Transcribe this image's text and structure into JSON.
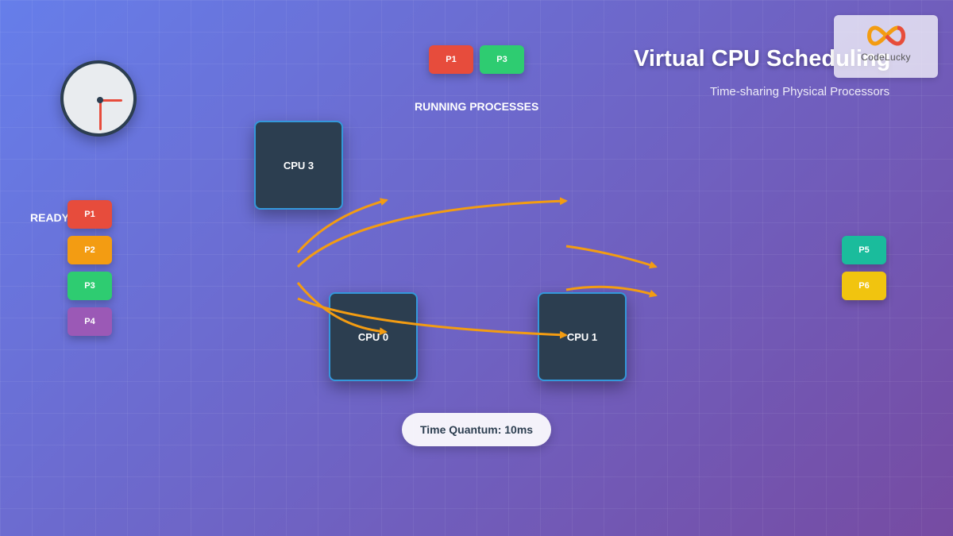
{
  "header": {
    "title": "Virtual CPU Scheduling",
    "subtitle": "Time-sharing Physical Processors",
    "logo_text": "CodeLucky"
  },
  "ready_queue": {
    "label": "READY",
    "processes": [
      {
        "name": "P1",
        "color": "#e74c3c"
      },
      {
        "name": "P2",
        "color": "#f39c12"
      },
      {
        "name": "P3",
        "color": "#2ecc71"
      },
      {
        "name": "P4",
        "color": "#9b59b6"
      }
    ]
  },
  "running": {
    "label": "RUNNING PROCESSES",
    "processes": [
      {
        "name": "P1",
        "color": "#e74c3c"
      },
      {
        "name": "P3",
        "color": "#2ecc71"
      }
    ]
  },
  "waiting": {
    "processes": [
      {
        "name": "P5",
        "color": "#1abc9c"
      },
      {
        "name": "P6",
        "color": "#f1c40f"
      }
    ]
  },
  "cpus": {
    "cpu3": "CPU 3",
    "cpu0": "CPU 0",
    "cpu1": "CPU 1"
  },
  "quantum": "Time Quantum: 10ms",
  "colors": {
    "arrow": "#f39c12",
    "cpu_bg": "#2c3e50",
    "cpu_border": "#3498db",
    "clock_hand": "#e74c3c"
  }
}
